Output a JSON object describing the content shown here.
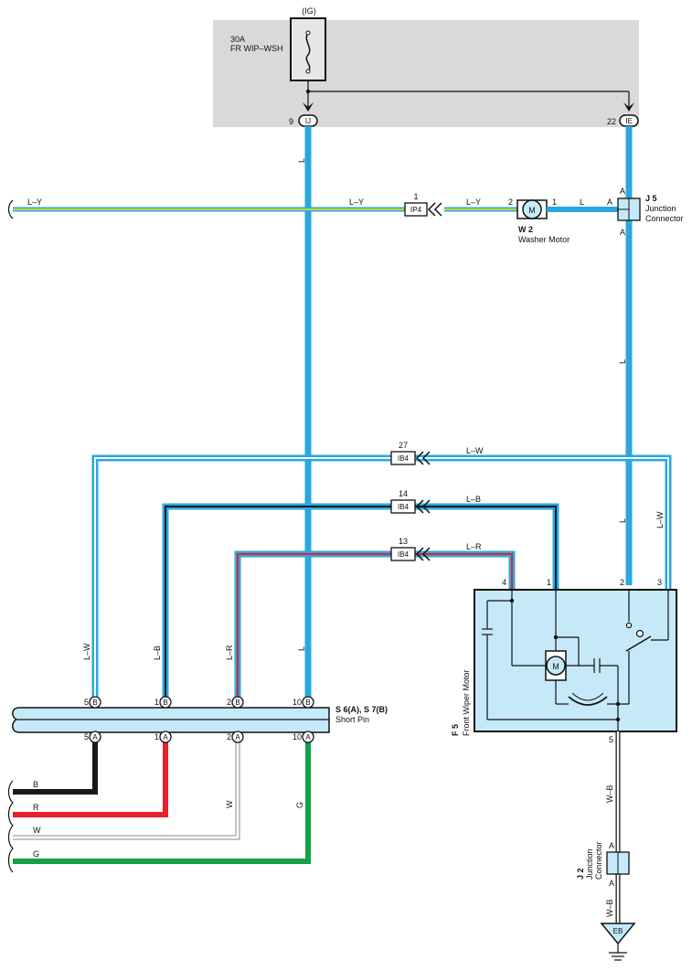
{
  "colors": {
    "blue": "#29a8e0",
    "light_blue_fill": "#c6e9f9",
    "gray_box": "#d9d9d9",
    "black_wire": "#1a1a1a",
    "red_wire": "#e8202a",
    "green_wire": "#12a14a",
    "white_wire": "#ffffff",
    "yellow_stripe": "#f2e600",
    "text": "#111111"
  },
  "fuse": {
    "ig_label": "(IG)",
    "amp": "30A",
    "name": "FR WIP–WSH",
    "pin_left": "9",
    "conn_left": "IJ",
    "pin_right": "22",
    "conn_right": "IE"
  },
  "junction_j5": {
    "code": "J 5",
    "line1": "Junction",
    "line2": "Connector",
    "pin_top": "A",
    "pin_left": "A",
    "pin_bottom": "A"
  },
  "washer_motor": {
    "code": "W 2",
    "name": "Washer Motor",
    "symbol": "M",
    "pin_left": "2",
    "pin_right": "1"
  },
  "connectors": {
    "ip4": {
      "pin": "1",
      "name": "IP4"
    },
    "ib4_27": {
      "pin": "27",
      "name": "IB4"
    },
    "ib4_14": {
      "pin": "14",
      "name": "IB4"
    },
    "ib4_13": {
      "pin": "13",
      "name": "IB4"
    }
  },
  "wire_labels": {
    "ly_far_left": "L–Y",
    "ly_mid": "L–Y",
    "ly_near_motor": "L–Y",
    "l_motor_to_j5": "L",
    "l_main_upper": "L",
    "l_main_lower": "L",
    "l_right_upper": "L",
    "l_right_lower": "L",
    "lw_top": "L–W",
    "lb_top": "L–B",
    "lr_top": "L–R",
    "lw_right": "L–W",
    "lw_left": "L–W",
    "lb_left": "L–B",
    "lr_left": "L–R",
    "wb_upper": "W–B",
    "wb_lower": "W–B",
    "b_out": "B",
    "r_out": "R",
    "w_out": "W",
    "g_out": "G",
    "w_vertical": "W",
    "g_vertical": "G"
  },
  "wiper_motor": {
    "code": "F 5",
    "name": "Front Wiper Motor",
    "symbol": "M",
    "pins": [
      "4",
      "1",
      "2",
      "3"
    ],
    "pin_bottom": "5"
  },
  "short_pin": {
    "code": "S 6(A), S 7(B)",
    "name": "Short Pin",
    "top_pins": [
      {
        "num": "5",
        "letter": "B"
      },
      {
        "num": "1",
        "letter": "B"
      },
      {
        "num": "2",
        "letter": "B"
      },
      {
        "num": "10",
        "letter": "B"
      }
    ],
    "bottom_pins": [
      {
        "num": "5",
        "letter": "A"
      },
      {
        "num": "1",
        "letter": "A"
      },
      {
        "num": "2",
        "letter": "A"
      },
      {
        "num": "10",
        "letter": "A"
      }
    ]
  },
  "junction_j2": {
    "code": "J 2",
    "line1": "Junction",
    "line2": "Connector",
    "pin_top": "A",
    "pin_bottom": "A"
  },
  "ground": {
    "label": "EB"
  }
}
